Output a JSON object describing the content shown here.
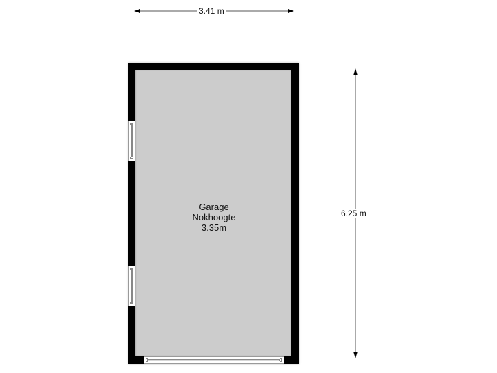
{
  "floorplan": {
    "room": {
      "name": "Garage",
      "height_label": "Nokhoogte",
      "height_value": "3.35m"
    },
    "dimensions": {
      "width": "3.41 m",
      "length": "6.25 m"
    },
    "colors": {
      "wall": "#000000",
      "floor": "#cccccc",
      "dimension_line": "#000000",
      "background": "#ffffff"
    }
  }
}
